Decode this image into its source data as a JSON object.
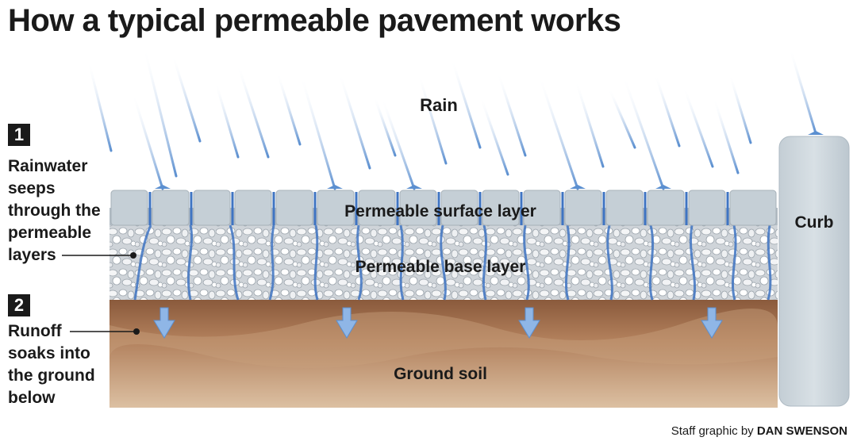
{
  "title": "How a typical permeable pavement works",
  "steps": [
    {
      "number": "1",
      "text": "Rainwater\nseeps\nthrough the\npermeable\nlayers"
    },
    {
      "number": "2",
      "text": "Runoff\nsoaks into\nthe ground\nbelow"
    }
  ],
  "labels": {
    "rain": "Rain",
    "surface_layer": "Permeable surface layer",
    "base_layer": "Permeable base layer",
    "ground_soil": "Ground soil",
    "curb": "Curb"
  },
  "credit": {
    "prefix": "Staff graphic by",
    "name": "DAN SWENSON"
  },
  "colors": {
    "title": "#1a1a1a",
    "rain": "#5b8fd0",
    "paver": "#c5cfd6",
    "gravel": "#d9dde1",
    "water": "#3f74c2",
    "soil_dark": "#8a5a3c",
    "soil_light": "#d8b493",
    "curb": "#cfd8de",
    "arrow": "#8fb6e6"
  }
}
